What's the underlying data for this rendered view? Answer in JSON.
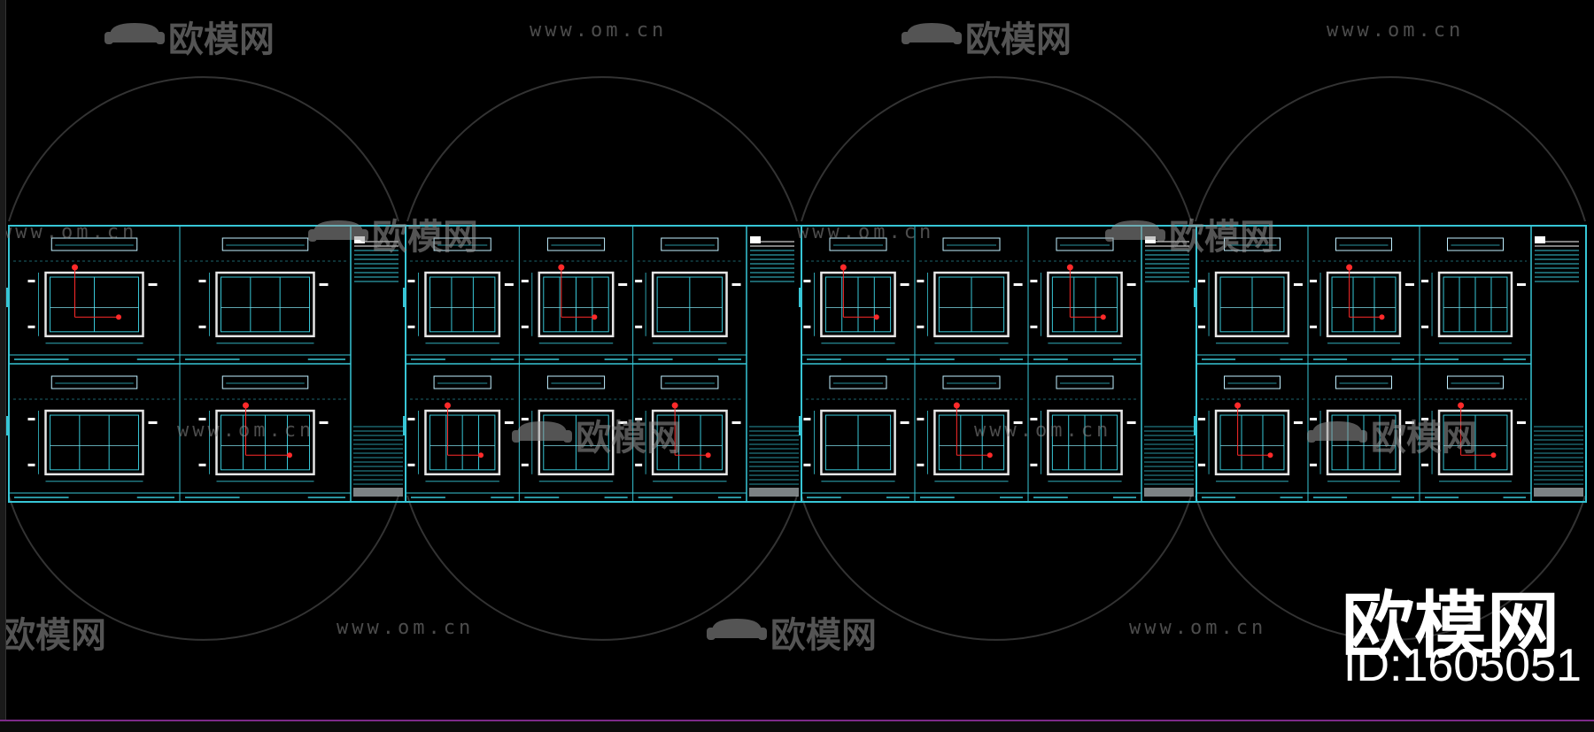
{
  "watermark": {
    "site": "www.om.cn",
    "brand": "欧模网",
    "id_label": "ID:1605051"
  },
  "colors": {
    "background": "#000000",
    "frame": "#37c6d6",
    "accent_red": "#ff2a2a",
    "detail_white": "#e6e6e6",
    "watermark_gray": "#8a8a8a",
    "window_border": "#7d2a8a"
  },
  "sheets": [
    {
      "index": 1,
      "rows": 2,
      "cols": 2
    },
    {
      "index": 2,
      "rows": 2,
      "cols": 3
    },
    {
      "index": 3,
      "rows": 2,
      "cols": 3
    },
    {
      "index": 4,
      "rows": 2,
      "cols": 3
    }
  ]
}
